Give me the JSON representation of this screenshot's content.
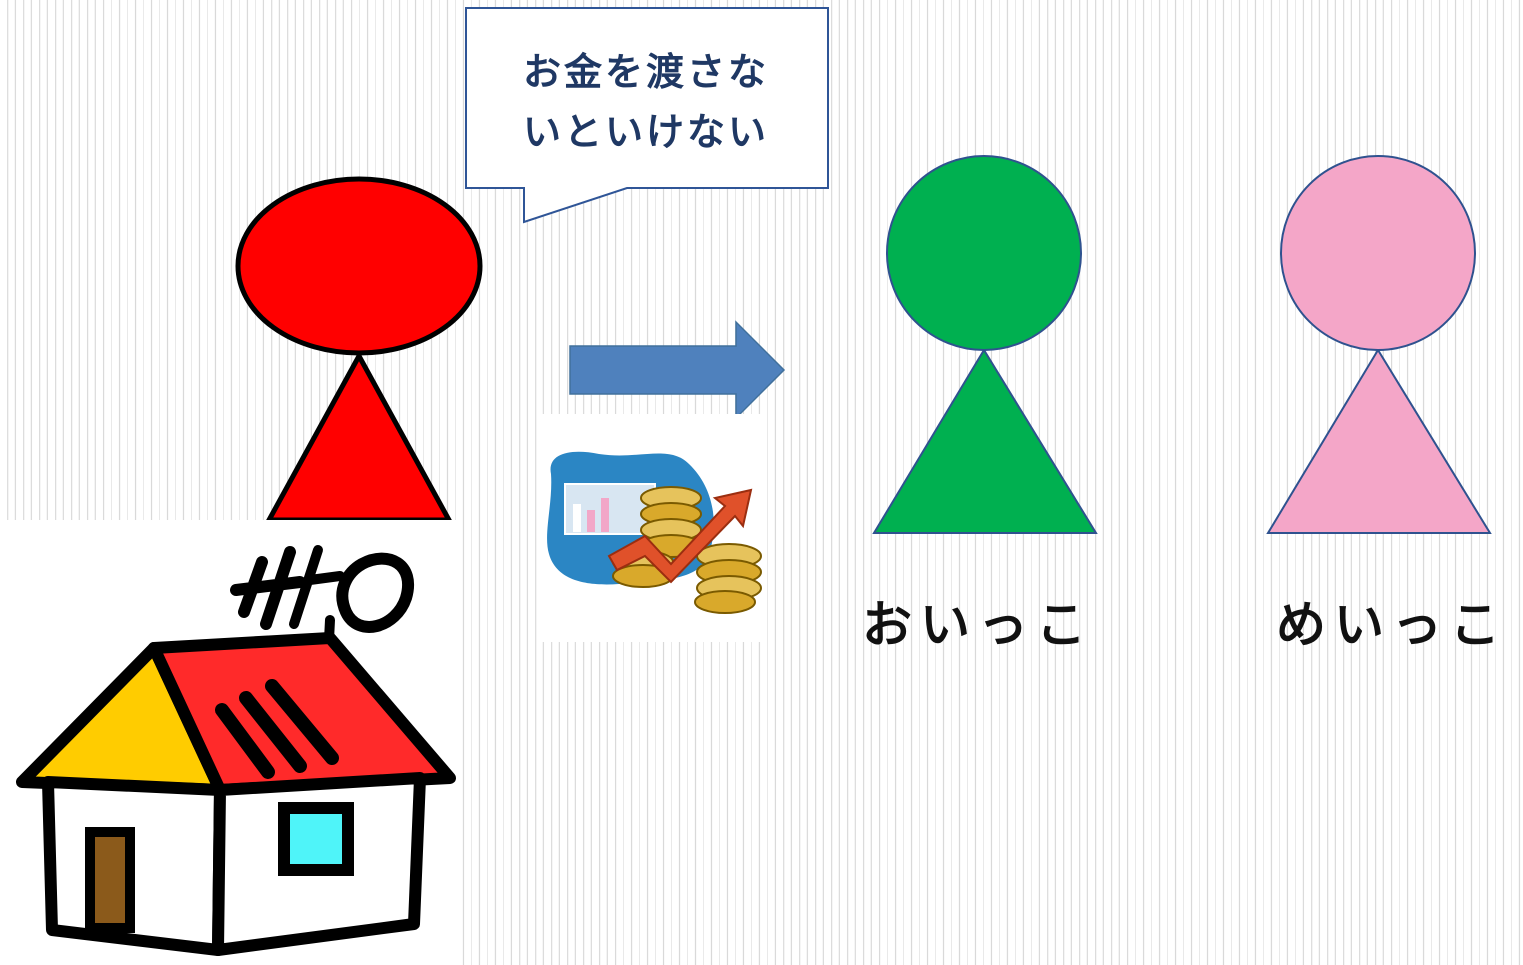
{
  "speech_bubble": {
    "text": "お金を渡さな\nいといけない"
  },
  "figures": {
    "owner": {
      "head_color": "#ff0000",
      "body_color": "#ff0000",
      "outline_color": "#000000"
    },
    "nephew": {
      "color": "#00b050",
      "outline_color": "#2f528f",
      "label": "おいっこ"
    },
    "niece": {
      "color": "#f4a6c8",
      "outline_color": "#2f528f",
      "label": "めいっこ"
    }
  },
  "arrow": {
    "color": "#4f81bd"
  },
  "icons": {
    "money": "money-growth-icon",
    "house": "house-icon"
  },
  "house_sign": "HO",
  "colors": {
    "bubble_border": "#2f5597",
    "bubble_text": "#1f3864",
    "house_roof_left": "#ffcc00",
    "house_roof_right": "#ff2a2a",
    "house_window": "#4ff4f9",
    "house_door": "#8b5a1b"
  }
}
